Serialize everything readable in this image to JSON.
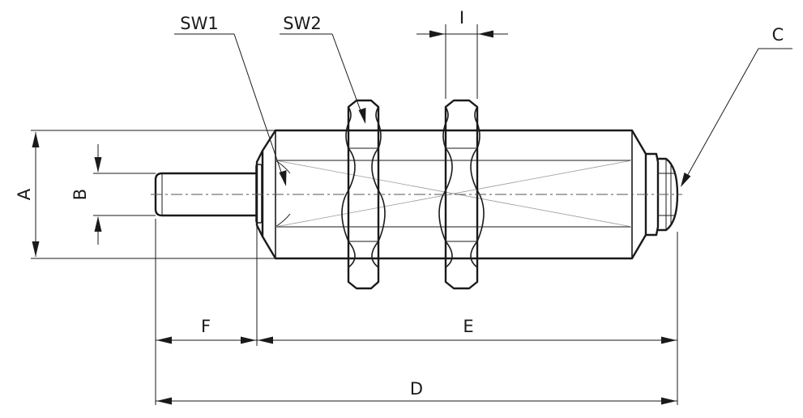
{
  "labels": {
    "sw1": "SW1",
    "sw2": "SW2",
    "i": "I",
    "c": "C",
    "a": "A",
    "b": "B",
    "f": "F",
    "e": "E",
    "d": "D"
  },
  "colors": {
    "line": "#1a1a1a",
    "background": "#ffffff"
  }
}
